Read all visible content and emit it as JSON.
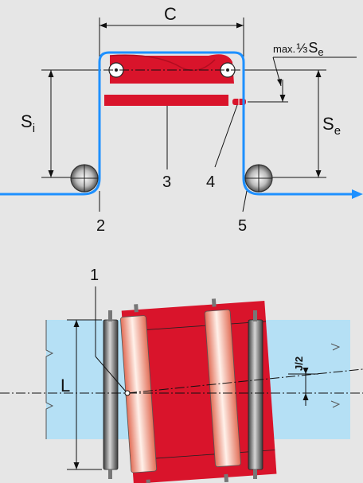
{
  "colors": {
    "background": "#e6e6e6",
    "web": "#1e90ff",
    "frame_red": "#d9142b",
    "dark_red": "#b10d20",
    "roller_light": "#f3c7b3",
    "belt_blue": "#b5e0f5",
    "dim_line": "#111111"
  },
  "top_view": {
    "dim_c": "C",
    "dim_si_main": "S",
    "dim_si_sub": "i",
    "dim_se_main": "S",
    "dim_se_sub": "e",
    "max_note_prefix": "max.",
    "max_note_fraction": "⅓",
    "max_note_main": "S",
    "max_note_sub": "e",
    "label_2": "2",
    "label_3": "3",
    "label_4": "4",
    "label_5": "5"
  },
  "bottom_view": {
    "label_1": "1",
    "dim_l": "L",
    "dim_j2": "J/2"
  }
}
